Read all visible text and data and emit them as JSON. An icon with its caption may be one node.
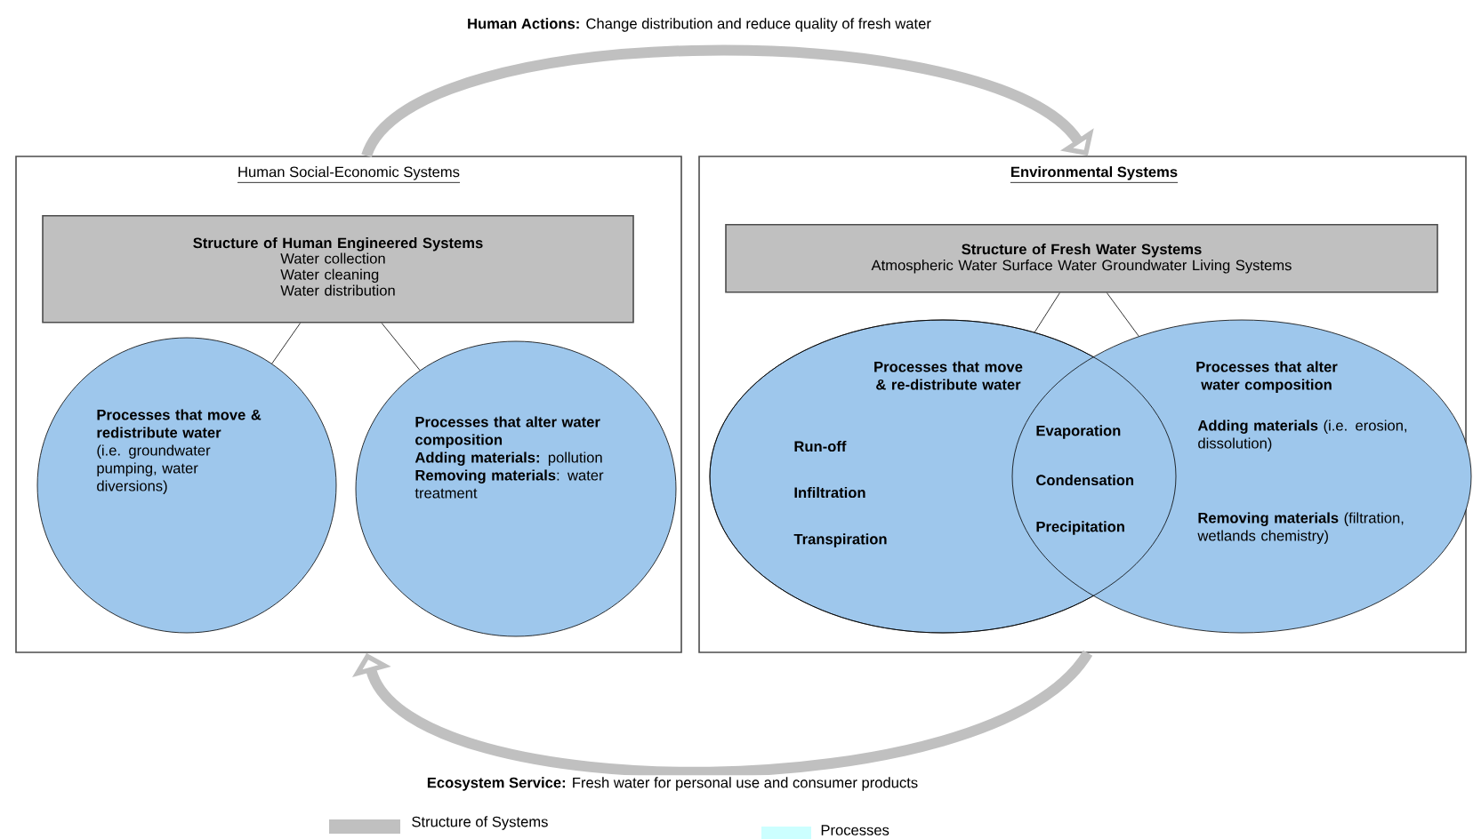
{
  "diagram": {
    "nodes": [
      {
        "text": [
          "Human Social-Economic Systems"
        ]
      },
      {
        "text": [
          "Structure of Human Engineered Systems",
          "Water collection",
          "Water cleaning",
          "Water distribution"
        ],
        "in": 0
      },
      {
        "text": [
          "Processes that move & redistribute water",
          "(i.e. groundwater pumping, water diversions)"
        ],
        "in": 0
      },
      {
        "text": [
          "Processes that alter water composition",
          "**Adding materials:** pollution",
          "**Removing materials**: water treatment"
        ],
        "in": 0
      },
      {
        "text": [
          "Environmental Systems"
        ]
      },
      {
        "text": [
          "Structure of Fresh Water Systems",
          "Atmospheric Water  Surface Water  Groundwater  Living Systems"
        ],
        "in": 4
      },
      {
        "text": [
          "Processes that move & re-distribute water",
          "Run-off",
          "Infiltration",
          "Transpiration"
        ],
        "in": 4
      },
      {
        "text": [
          "Processes that alter water composition",
          "**Adding materials** (i.e. erosion, dissolution)",
          "**Removing materials** (filtration, wetlands chemistry)"
        ],
        "in": 4
      }
    ],
    "edges": [
      {
        "from": 1,
        "to": 2,
        "arrow": "none"
      },
      {
        "from": 1,
        "to": 3,
        "arrow": "none"
      },
      {
        "from": 5,
        "to": 6,
        "arrow": "none"
      },
      {
        "from": 5,
        "to": 7,
        "arrow": "none"
      },
      {
        "from": 0,
        "to": 4,
        "arrow": "to",
        "style": "thick",
        "color": "#c0c0c0",
        "label": "**Human Actions:** Change distribution and reduce quality of fresh water"
      },
      {
        "from": 4,
        "to": 0,
        "arrow": "to",
        "style": "thick",
        "color": "#c0c0c0",
        "label": "**Ecosystem Service:** Fresh water for personal use and consumer products"
      }
    ],
    "labels": [
      "Evaporation",
      "Condensation",
      "Precipitation"
    ],
    "legend": [
      {
        "text": "Structure of Systems",
        "color": "#c0c0c0"
      },
      {
        "text": "Processes",
        "color": "#ccffff"
      }
    ]
  }
}
